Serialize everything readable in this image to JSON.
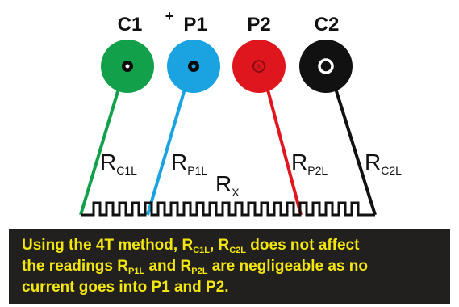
{
  "terminals": [
    {
      "label": "C1",
      "color": "#12a04a",
      "plus": ""
    },
    {
      "label": "P1",
      "color": "#1aa3e0",
      "plus": "+"
    },
    {
      "label": "P2",
      "color": "#e0161e",
      "plus": ""
    },
    {
      "label": "C2",
      "color": "#111111",
      "plus": ""
    }
  ],
  "lead_labels": [
    {
      "main": "R",
      "sub": "C1L"
    },
    {
      "main": "R",
      "sub": "P1L"
    },
    {
      "main": "R",
      "sub": "P2L"
    },
    {
      "main": "R",
      "sub": "C2L"
    }
  ],
  "resistor_label": {
    "main": "R",
    "sub": "X"
  },
  "caption": {
    "line1_prefix": "Using the 4T method, R",
    "line1_sub1": "C1L",
    "line1_sep": ", R",
    "line1_sub2": "C2L",
    "line1_suffix": " does not affect",
    "line2_prefix": "the readings R",
    "line2_sub1": "P1L",
    "line2_mid": " and R",
    "line2_sub2": "P2L",
    "line2_suffix": " are negligeable as no",
    "line3": "current goes into P1 and P2."
  },
  "colors": {
    "caption_background": "#221f1f",
    "caption_text": "#f2e60f",
    "resistor": "#111111"
  }
}
